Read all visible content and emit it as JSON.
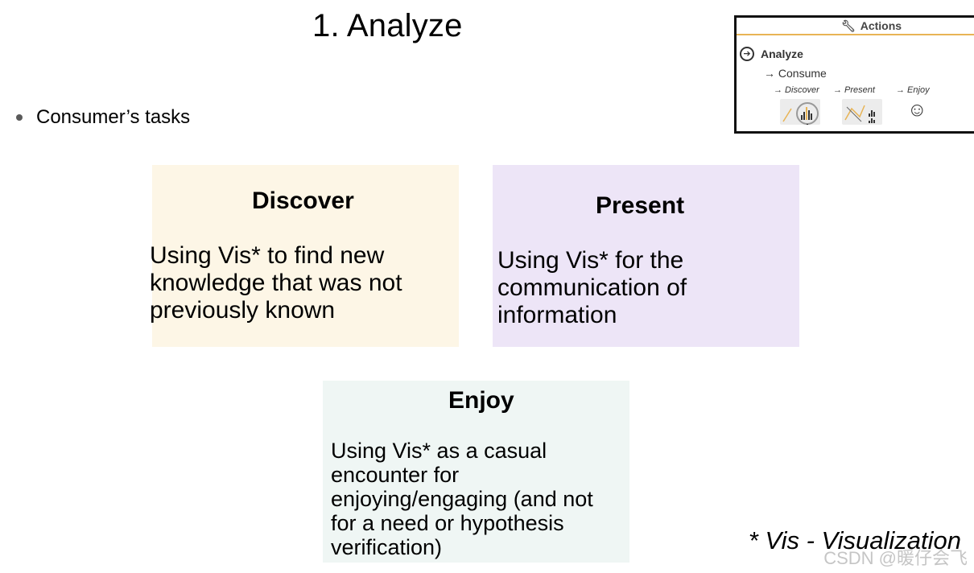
{
  "title": "1. Analyze",
  "bullet": "Consumer’s tasks",
  "cards": [
    {
      "title": "Discover",
      "body": "Using Vis* to find new knowledge that was not previously known",
      "color": "#fdf6e6"
    },
    {
      "title": "Present",
      "body": "Using Vis* for the communication of information",
      "color": "#ede5f7"
    },
    {
      "title": "Enjoy",
      "body": "Using Vis* as a casual encounter for enjoying/engaging (and not for a need or hypothesis verification)",
      "color": "#eff6f4"
    }
  ],
  "footnote": "* Vis - Visualization",
  "watermark": "CSDN @暖仔会飞",
  "inset": {
    "header": "Actions",
    "header_icon": "wrench-icon",
    "level1": "Analyze",
    "level2": "→ Consume",
    "items": [
      "→ Discover",
      "→ Present",
      "→ Enjoy"
    ],
    "accent_color": "#e8b455"
  }
}
